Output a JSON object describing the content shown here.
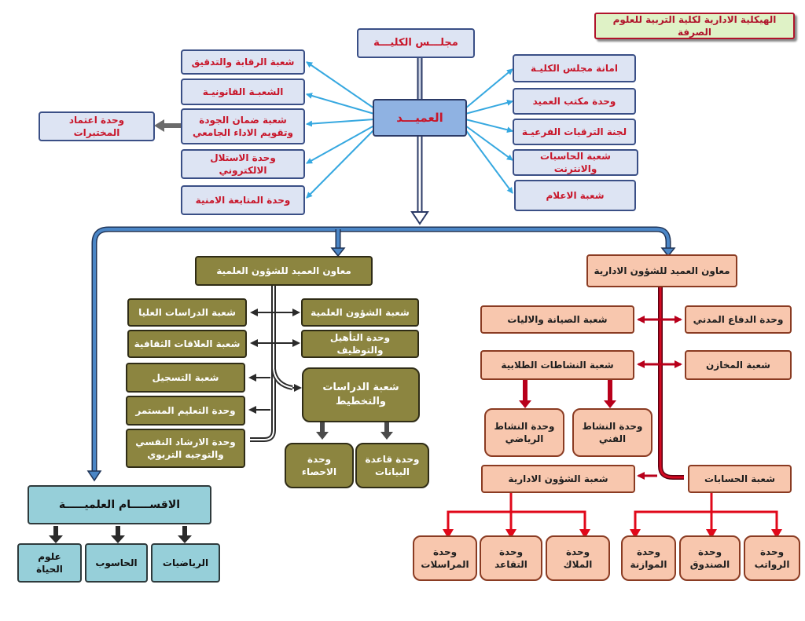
{
  "title": "الهيكلية الادارية لكلية التربية للعلوم الصرفة",
  "top": {
    "council": "مجلـــس الكليـــة",
    "dean": "العميـــد",
    "left_units": [
      "شعبة الرقابة والتدقيق",
      "الشعبـة القانونيـة",
      "شعبة ضمان الجودة وتقويم الاداء الجامعي",
      "وحدة الاستلال الالكتروني",
      "وحدة المتابعة الامنية"
    ],
    "lab_accreditation": "وحدة اعتماد المختبرات",
    "right_units": [
      "امانة مجلس الكليـة",
      "وحدة مكتب العميد",
      "لجنة الترقيات الفرعيـة",
      "شعبة الحاسبات والانترنت",
      "شعبة الاعلام"
    ]
  },
  "scientific": {
    "head": "معاون العميد للشؤون العلمية",
    "left_col": [
      "شعبة الدراسات العليا",
      "شعبة العلاقات الثقافية",
      "شعبة التسجيل",
      "وحدة التعليم المستمر",
      "وحدة الارشاد النفسي والتوجيه التربوي"
    ],
    "right_col": [
      "شعبة الشؤون العلمية",
      "وحدة التأهيل والتوظيف"
    ],
    "planning": "شعبة الدراسات والتخطيط",
    "planning_units": [
      "وحدة الاحصاء",
      "وحدة قاعدة البيانات"
    ]
  },
  "departments": {
    "head": "الاقســـــام العلميـــــة",
    "items": [
      "علوم الحياة",
      "الحاسوب",
      "الرياضيات"
    ]
  },
  "admin": {
    "head": "معاون العميد للشؤون الادارية",
    "maintenance": "شعبة الصيانة والاليات",
    "civil_defense": "وحدة الدفاع المدني",
    "student_activities": "شعبة النشاطات الطلابية",
    "stores": "شعبة المخازن",
    "sports": "وحدة النشاط الرياضي",
    "arts": "وحدة النشاط الفني",
    "admin_affairs": "شعبة الشؤون الادارية",
    "accounts": "شعبة الحسابات",
    "admin_units": [
      "وحدة المراسلات",
      "وحدة التقاعد",
      "وحدة الملاك"
    ],
    "account_units": [
      "وحدة الموازنة",
      "وحدة الصندوق",
      "وحدة الرواتب"
    ]
  }
}
